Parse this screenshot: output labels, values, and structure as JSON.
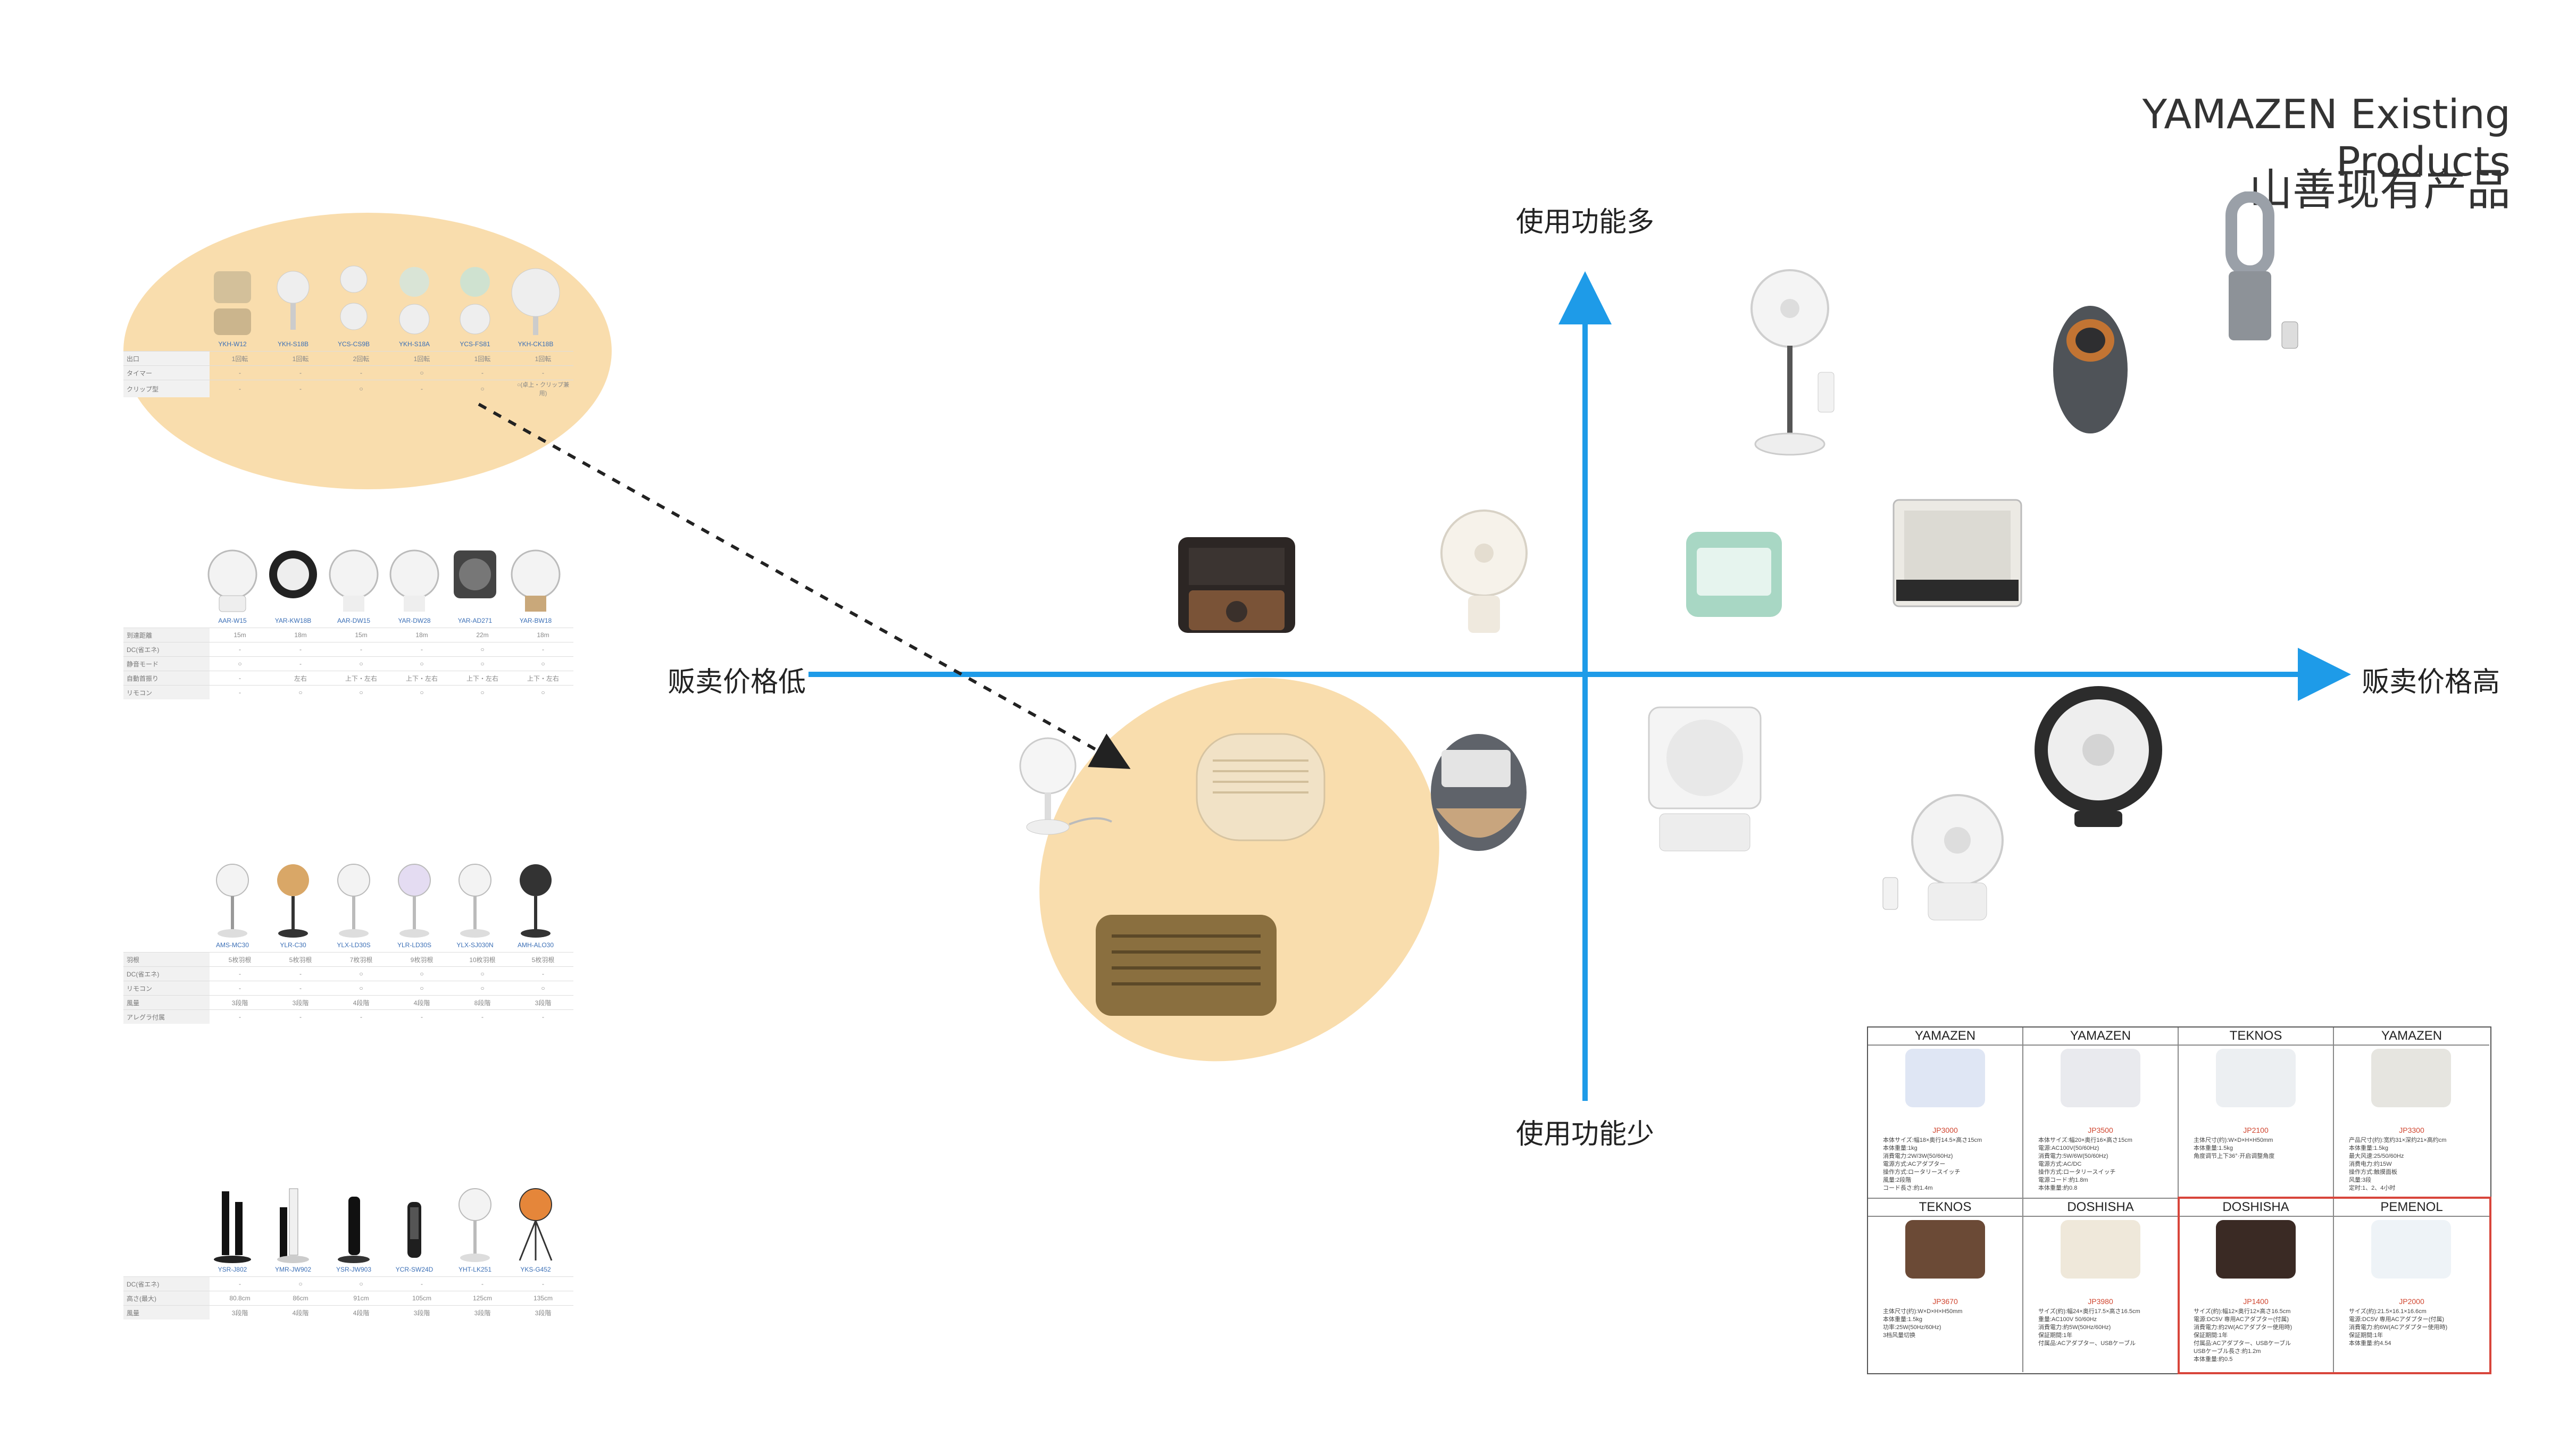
{
  "header": {
    "title_en": "YAMAZEN Existing Products",
    "title_cn": "山善现有产品"
  },
  "axes": {
    "top": "使用功能多",
    "bottom": "使用功能少",
    "left": "贩卖价格低",
    "right": "贩卖价格高",
    "color": "#1e9be8"
  },
  "colors": {
    "highlight": "#f8d9a4",
    "axis": "#1e9be8",
    "model_link": "#3b6fb6",
    "price_red": "#d0452f",
    "frame_red": "#d8453b"
  },
  "sidebar_groups": [
    {
      "models": [
        "YKH-W12",
        "YKH-S18B",
        "YCS-CS9B",
        "YKH-S18A",
        "YCS-FS81",
        "YKH-CK18B"
      ],
      "rows": [
        {
          "label": "出口",
          "values": [
            "1回転",
            "1回転",
            "2回転",
            "1回転",
            "1回転",
            "1回転"
          ]
        },
        {
          "label": "タイマー",
          "values": [
            "-",
            "-",
            "-",
            "○",
            "-",
            "-"
          ]
        },
        {
          "label": "クリップ型",
          "values": [
            "-",
            "-",
            "○",
            "-",
            "○",
            "○(卓上・クリップ兼用)"
          ]
        }
      ]
    },
    {
      "models": [
        "AAR-W15",
        "YAR-KW18B",
        "AAR-DW15",
        "YAR-DW28",
        "YAR-AD271",
        "YAR-BW18"
      ],
      "rows": [
        {
          "label": "到達距離",
          "values": [
            "15m",
            "18m",
            "15m",
            "18m",
            "22m",
            "18m"
          ]
        },
        {
          "label": "DC(省エネ)",
          "values": [
            "-",
            "-",
            "-",
            "-",
            "○",
            "-"
          ]
        },
        {
          "label": "静音モード",
          "values": [
            "○",
            "-",
            "○",
            "○",
            "○",
            "○"
          ]
        },
        {
          "label": "自動首振り",
          "values": [
            "-",
            "左右",
            "上下・左右",
            "上下・左右",
            "上下・左右",
            "上下・左右"
          ]
        },
        {
          "label": "リモコン",
          "values": [
            "-",
            "○",
            "○",
            "○",
            "○",
            "○"
          ]
        }
      ]
    },
    {
      "models": [
        "AMS-MC30",
        "YLR-C30",
        "YLX-LD30S",
        "YLR-LD30S",
        "YLX-SJ030N",
        "AMH-ALO30"
      ],
      "rows": [
        {
          "label": "羽根",
          "values": [
            "5枚羽根",
            "5枚羽根",
            "7枚羽根",
            "9枚羽根",
            "10枚羽根",
            "5枚羽根"
          ]
        },
        {
          "label": "DC(省エネ)",
          "values": [
            "-",
            "-",
            "○",
            "○",
            "○",
            "-"
          ]
        },
        {
          "label": "リモコン",
          "values": [
            "-",
            "-",
            "○",
            "○",
            "○",
            "○"
          ]
        },
        {
          "label": "風量",
          "values": [
            "3段階",
            "3段階",
            "4段階",
            "4段階",
            "8段階",
            "3段階"
          ]
        },
        {
          "label": "アレグラ付属",
          "values": [
            "-",
            "-",
            "-",
            "-",
            "-",
            "-"
          ]
        }
      ]
    },
    {
      "models": [
        "YSR-J802",
        "YMR-JW902",
        "YSR-JW903",
        "YCR-SW24D",
        "YHT-LK251",
        "YKS-G452"
      ],
      "rows": [
        {
          "label": "DC(省エネ)",
          "values": [
            "-",
            "○",
            "○",
            "-",
            "-",
            "-"
          ]
        },
        {
          "label": "高さ(最大)",
          "values": [
            "80.8cm",
            "86cm",
            "91cm",
            "105cm",
            "125cm",
            "135cm"
          ]
        },
        {
          "label": "風量",
          "values": [
            "3段階",
            "4段階",
            "4段階",
            "3段階",
            "3段階",
            "3段階"
          ]
        }
      ]
    }
  ],
  "comparison_table": {
    "top_row": [
      {
        "brand": "YAMAZEN",
        "model": "JP3000",
        "img": "#dfe6f4",
        "lines": [
          "本体サイズ:幅18×奥行14.5×高さ15cm",
          "本体重量:1kg",
          "消費電力:2W/3W(50/60Hz)",
          "電源方式:ACアダプター",
          "操作方式:ロータリースイッチ",
          "風量:2段階",
          "コード長さ:約1.4m"
        ]
      },
      {
        "brand": "YAMAZEN",
        "model": "JP3500",
        "img": "#e9eaee",
        "lines": [
          "本体サイズ:幅20×奥行16×高さ15cm",
          "電源:AC100V(50/60Hz)",
          "消費電力:5W/6W(50/60Hz)",
          "電源方式:AC/DC",
          "操作方式:ロータリースイッチ",
          "電源コード:約1.8m",
          "本体重量:約0.8"
        ]
      },
      {
        "brand": "TEKNOS",
        "model": "JP2100",
        "img": "#eceff2",
        "lines": [
          "主体尺寸(约):W×D×H×H50mm",
          "本体重量:1.5kg",
          "角度调节上下36°·开启调整角度"
        ]
      },
      {
        "brand": "YAMAZEN",
        "model": "JP3300",
        "img": "#e6e5e0",
        "lines": [
          "产品尺寸(约):宽约31×深约21×高约cm",
          "本体重量:1.5kg",
          "最大风速:25/50/60Hz",
          "消费电力:约15W",
          "操作方式:触摸面板",
          "风量:3段",
          "定时:1、2、4小时"
        ]
      }
    ],
    "bottom_row": [
      {
        "brand": "TEKNOS",
        "model": "JP3670",
        "img": "#6b4a36",
        "lines": [
          "主体尺寸(约):W×D×H×H50mm",
          "本体重量:1.5kg",
          "功率:25W(50Hz/60Hz)",
          "3档风量切换"
        ]
      },
      {
        "brand": "DOSHISHA",
        "model": "JP3980",
        "img": "#efe8da",
        "lines": [
          "サイズ(約):幅24×奥行17.5×高さ16.5cm",
          "重量:AC100V 50/60Hz",
          "消費電力:約5W(50Hz/60Hz)",
          "保証期間:1年",
          "付属品:ACアダプター、USBケーブル"
        ]
      },
      {
        "brand": "DOSHISHA",
        "model": "JP1400",
        "img": "#3a2a24",
        "lines": [
          "サイズ(約):幅12×奥行12×高さ16.5cm",
          "電源:DC5V 専用ACアダプター(付属)",
          "消費電力:約2W(ACアダプター使用時)",
          "保証期間:1年",
          "付属品:ACアダプター、USBケーブル",
          "USBケーブル長さ:約1.2m",
          "本体重量:約0.5"
        ]
      },
      {
        "brand": "PEMENOL",
        "model": "JP2000",
        "img": "#eef3f7",
        "lines": [
          "サイズ(約):21.5×16.1×16.6cm",
          "電源:DC5V 専用ACアダプター(付属)",
          "消費電力:約6W(ACアダプター使用時)",
          "保証期間:1年",
          "本体重量:約4.54"
        ]
      }
    ]
  }
}
